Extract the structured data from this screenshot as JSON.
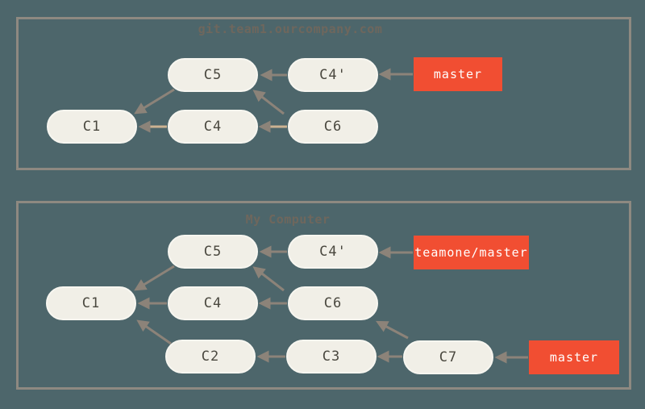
{
  "colors": {
    "background": "#4d666b",
    "panel_border": "#8e8981",
    "node_fill": "#f1efe7",
    "node_text": "#4a483f",
    "branch_fill": "#f14e32",
    "branch_text": "#ffffff",
    "arrow_gray": "#8c8379",
    "arrow_tan_line": "#cbb292",
    "title_text": "#6e675d"
  },
  "panels": [
    {
      "title": "git.team1.ourcompany.com",
      "nodes": [
        {
          "id": "C5",
          "label": "C5"
        },
        {
          "id": "C4'",
          "label": "C4'"
        },
        {
          "id": "C1",
          "label": "C1"
        },
        {
          "id": "C4",
          "label": "C4"
        },
        {
          "id": "C6",
          "label": "C6"
        }
      ],
      "branches": [
        {
          "id": "master",
          "label": "master",
          "points_to": "C4'"
        }
      ],
      "edges": [
        {
          "from": "C4'",
          "to": "C5",
          "style": "gray"
        },
        {
          "from": "master",
          "to": "C4'",
          "style": "gray"
        },
        {
          "from": "C5",
          "to": "C1",
          "style": "gray"
        },
        {
          "from": "C6",
          "to": "C5",
          "style": "gray"
        },
        {
          "from": "C4",
          "to": "C1",
          "style": "tan"
        },
        {
          "from": "C6",
          "to": "C4",
          "style": "tan"
        }
      ]
    },
    {
      "title": "My Computer",
      "nodes": [
        {
          "id": "C5",
          "label": "C5"
        },
        {
          "id": "C4'",
          "label": "C4'"
        },
        {
          "id": "C1",
          "label": "C1"
        },
        {
          "id": "C4",
          "label": "C4"
        },
        {
          "id": "C6",
          "label": "C6"
        },
        {
          "id": "C2",
          "label": "C2"
        },
        {
          "id": "C3",
          "label": "C3"
        },
        {
          "id": "C7",
          "label": "C7"
        }
      ],
      "branches": [
        {
          "id": "teamone/master",
          "label": "teamone/master",
          "points_to": "C4'"
        },
        {
          "id": "master",
          "label": "master",
          "points_to": "C7"
        }
      ],
      "edges": [
        {
          "from": "C4'",
          "to": "C5",
          "style": "gray"
        },
        {
          "from": "teamone/master",
          "to": "C4'",
          "style": "gray"
        },
        {
          "from": "C5",
          "to": "C1",
          "style": "gray"
        },
        {
          "from": "C6",
          "to": "C5",
          "style": "gray"
        },
        {
          "from": "C4",
          "to": "C1",
          "style": "gray"
        },
        {
          "from": "C6",
          "to": "C4",
          "style": "gray"
        },
        {
          "from": "C2",
          "to": "C1",
          "style": "gray"
        },
        {
          "from": "C3",
          "to": "C2",
          "style": "gray"
        },
        {
          "from": "C7",
          "to": "C3",
          "style": "gray"
        },
        {
          "from": "C7",
          "to": "C6",
          "style": "gray"
        },
        {
          "from": "master",
          "to": "C7",
          "style": "gray"
        }
      ]
    }
  ]
}
